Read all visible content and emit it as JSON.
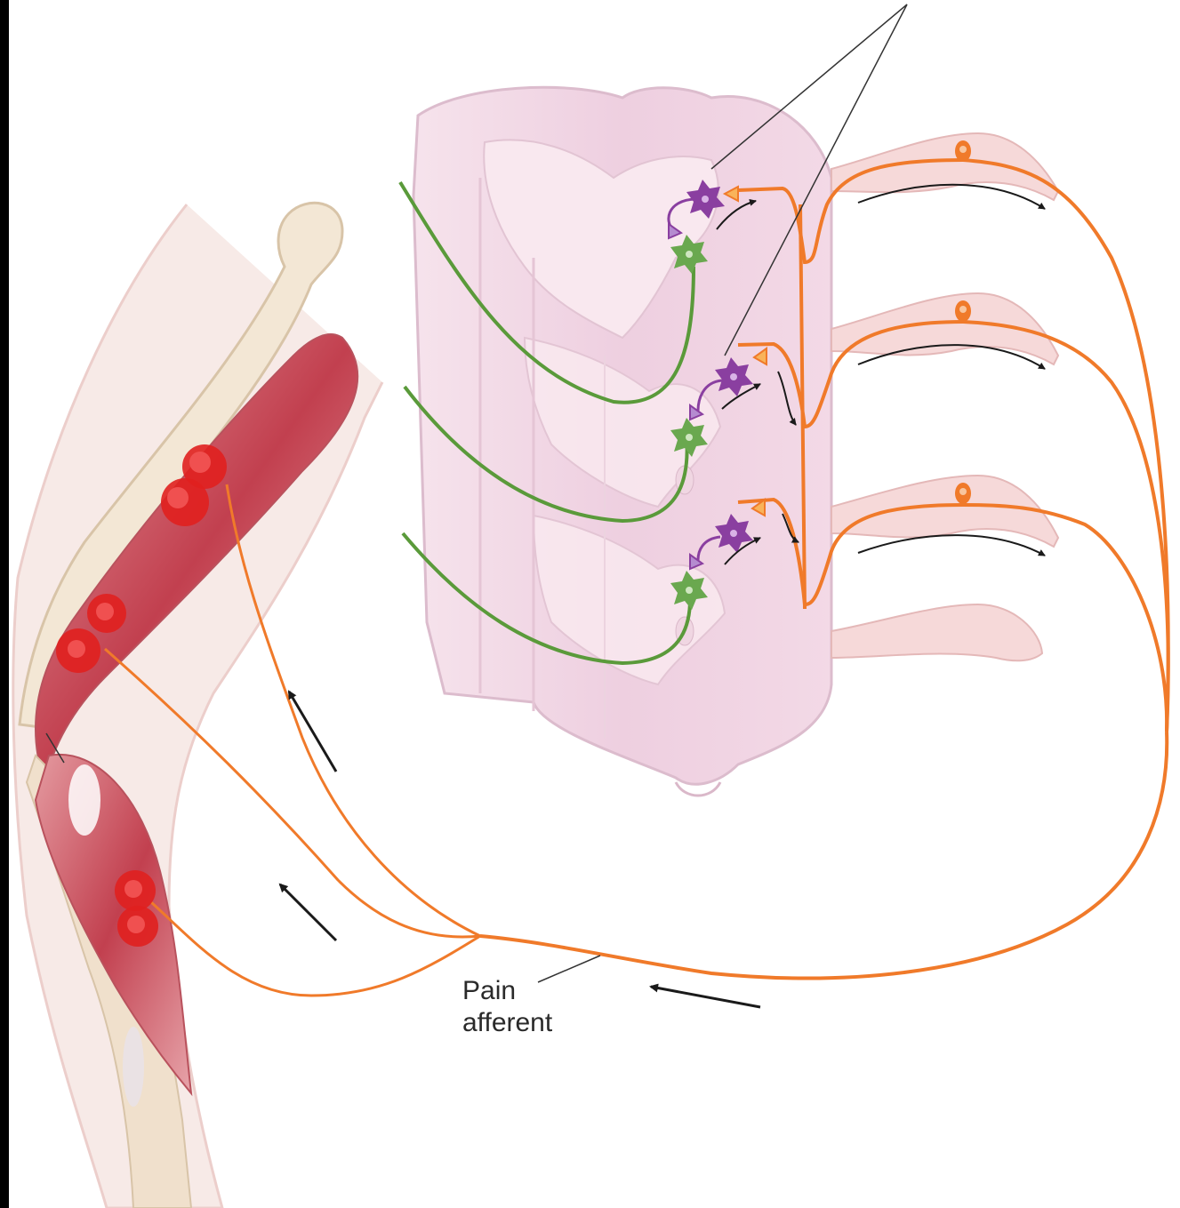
{
  "labels": {
    "pain_afferent_line1": "Pain",
    "pain_afferent_line2": "afferent"
  },
  "colors": {
    "background": "#ffffff",
    "left_edge_bar": "#000000",
    "afferent_fiber": "#f07a2a",
    "interneuron": "#8a3fa0",
    "motor_neuron": "#5a9a3a",
    "spinal_cord": "#f4dbe6",
    "gray_matter": "#f8e6ee",
    "muscle": "#c9414f",
    "bone": "#f3e7d5",
    "nociceptor": "#e0201f",
    "arrow": "#1a1a1a"
  },
  "icons": {
    "receptor": "red-stippled-nociceptor-ending",
    "neuron": "star-shaped-neuron-soma",
    "arrow": "direction-arrow"
  }
}
